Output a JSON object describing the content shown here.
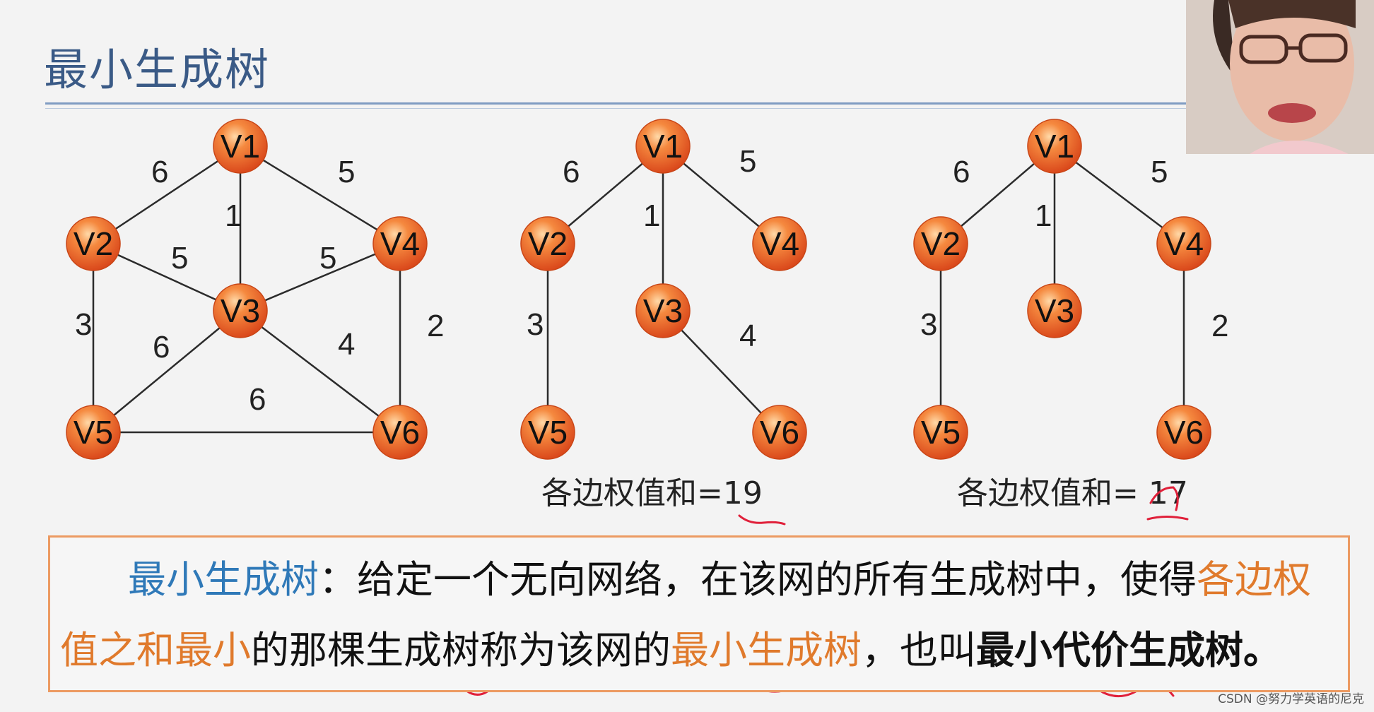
{
  "title": "最小生成树",
  "graph1": {
    "nodes": [
      {
        "id": "v1",
        "label": "V1"
      },
      {
        "id": "v2",
        "label": "V2"
      },
      {
        "id": "v3",
        "label": "V3"
      },
      {
        "id": "v4",
        "label": "V4"
      },
      {
        "id": "v5",
        "label": "V5"
      },
      {
        "id": "v6",
        "label": "V6"
      }
    ],
    "edges": [
      {
        "from": "V1",
        "to": "V2",
        "weight": "6"
      },
      {
        "from": "V1",
        "to": "V3",
        "weight": "1"
      },
      {
        "from": "V1",
        "to": "V4",
        "weight": "5"
      },
      {
        "from": "V2",
        "to": "V3",
        "weight": "5"
      },
      {
        "from": "V3",
        "to": "V4",
        "weight": "5"
      },
      {
        "from": "V2",
        "to": "V5",
        "weight": "3"
      },
      {
        "from": "V3",
        "to": "V5",
        "weight": "6"
      },
      {
        "from": "V3",
        "to": "V6",
        "weight": "4"
      },
      {
        "from": "V4",
        "to": "V6",
        "weight": "2"
      },
      {
        "from": "V5",
        "to": "V6",
        "weight": "6"
      }
    ]
  },
  "graph2": {
    "nodes": [
      {
        "label": "V1"
      },
      {
        "label": "V2"
      },
      {
        "label": "V3"
      },
      {
        "label": "V4"
      },
      {
        "label": "V5"
      },
      {
        "label": "V6"
      }
    ],
    "edges": [
      {
        "from": "V1",
        "to": "V2",
        "weight": "6"
      },
      {
        "from": "V1",
        "to": "V3",
        "weight": "1"
      },
      {
        "from": "V1",
        "to": "V4",
        "weight": "5"
      },
      {
        "from": "V2",
        "to": "V5",
        "weight": "3"
      },
      {
        "from": "V3",
        "to": "V6",
        "weight": "4"
      }
    ],
    "sum_label": "各边权值和=19"
  },
  "graph3": {
    "nodes": [
      {
        "label": "V1"
      },
      {
        "label": "V2"
      },
      {
        "label": "V3"
      },
      {
        "label": "V4"
      },
      {
        "label": "V5"
      },
      {
        "label": "V6"
      }
    ],
    "edges": [
      {
        "from": "V1",
        "to": "V2",
        "weight": "6"
      },
      {
        "from": "V1",
        "to": "V3",
        "weight": "1"
      },
      {
        "from": "V1",
        "to": "V4",
        "weight": "5"
      },
      {
        "from": "V2",
        "to": "V5",
        "weight": "3"
      },
      {
        "from": "V4",
        "to": "V6",
        "weight": "2"
      }
    ],
    "sum_label": "各边权值和= 17"
  },
  "definition": {
    "term": "最小生成树",
    "colon": "：",
    "part1": "给定一个无向网络，在该网的所有生成树中，使得",
    "highlight1": "各边权值之和最小",
    "part2": "的那棵生成树称为该网的",
    "highlight2": "最小生成树",
    "part3": "，也叫",
    "bold_term": "最小代价生成树。"
  },
  "watermark": "CSDN @努力学英语的尼克",
  "colors": {
    "title": "#3a5a86",
    "node_fill": "#ef6a2a",
    "term_blue": "#2f79b8",
    "highlight_orange": "#e07a2c",
    "box_border": "#ec9a62",
    "annotation_red": "#e0203a"
  }
}
